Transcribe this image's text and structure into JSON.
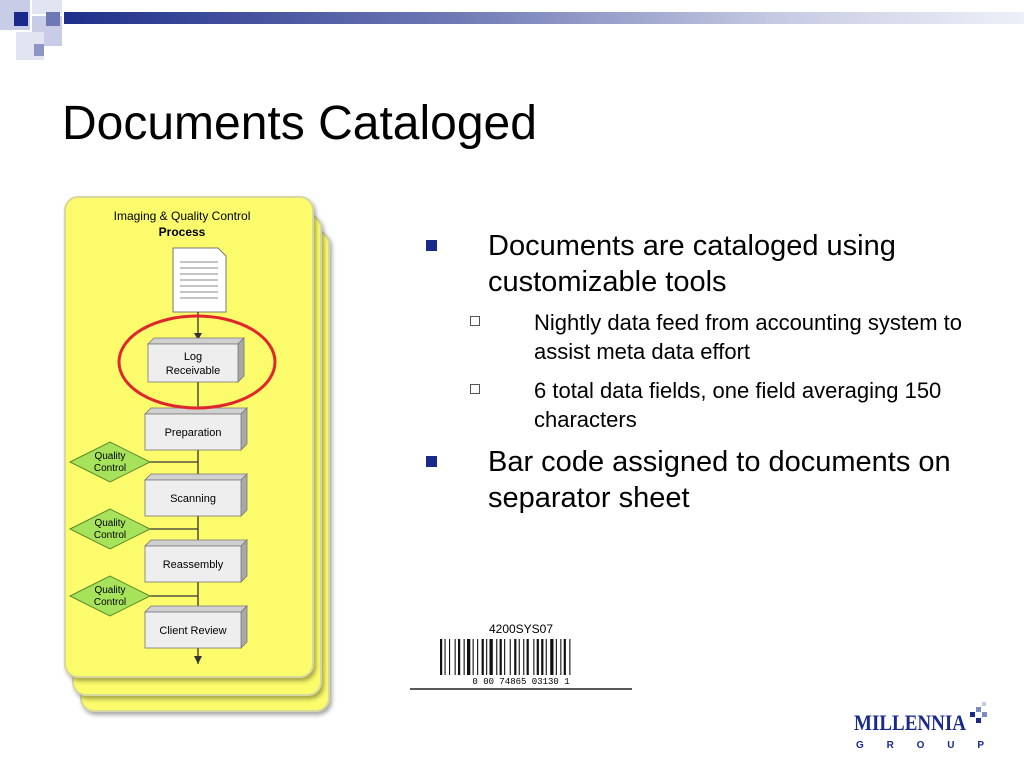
{
  "slide": {
    "title": "Documents Cataloged"
  },
  "flowchart": {
    "heading_line1": "Imaging & Quality Control",
    "heading_line2": "Process",
    "steps": [
      {
        "line1": "Log",
        "line2": "Receivable"
      },
      {
        "line1": "Preparation",
        "line2": ""
      },
      {
        "line1": "Scanning",
        "line2": ""
      },
      {
        "line1": "Reassembly",
        "line2": ""
      },
      {
        "line1": "Client Review",
        "line2": ""
      }
    ],
    "qc": [
      {
        "line1": "Quality",
        "line2": "Control"
      },
      {
        "line1": "Quality",
        "line2": "Control"
      },
      {
        "line1": "Quality",
        "line2": "Control"
      }
    ],
    "highlight_color": "#e0262d",
    "card_color": "#fbfb6c"
  },
  "bullets": [
    {
      "text": "Documents are cataloged using customizable tools",
      "sub": [
        "Nightly data feed from accounting system to assist meta data effort",
        "6 total data fields, one field averaging 150 characters"
      ]
    },
    {
      "text": "Bar code assigned to documents on separator sheet",
      "sub": []
    }
  ],
  "barcode": {
    "top_text": "4200SYS07",
    "bottom_text": "0  00  74865  03130  1"
  },
  "logo": {
    "name": "MILLENNIA",
    "sub": "G R O U P"
  },
  "colors": {
    "accent": "#1a2a8c",
    "top_bar_start": "#1f2f8a"
  }
}
